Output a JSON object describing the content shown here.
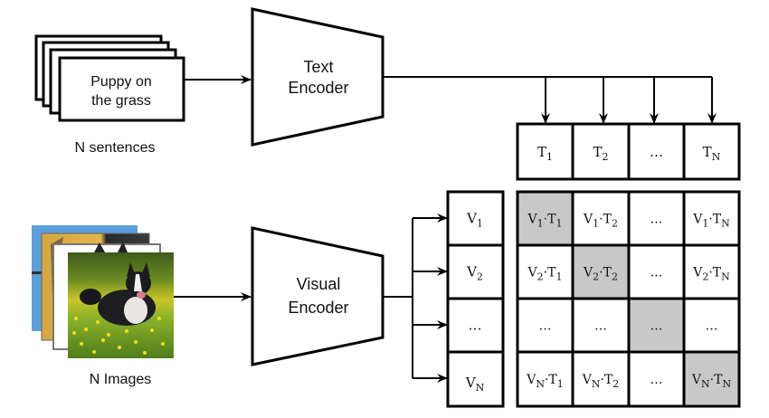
{
  "text_branch": {
    "sentence_card_text": [
      "Puppy on",
      "the grass"
    ],
    "sentences_label": "N sentences",
    "encoder_label": [
      "Text",
      "Encoder"
    ],
    "text_embeddings": [
      {
        "base": "T",
        "sub": "1"
      },
      {
        "base": "T",
        "sub": "2"
      },
      {
        "base": "...",
        "sub": ""
      },
      {
        "base": "T",
        "sub": "N"
      }
    ]
  },
  "image_branch": {
    "images_label": "N Images",
    "encoder_label": [
      "Visual",
      "Encoder"
    ],
    "image_embeddings": [
      {
        "base": "V",
        "sub": "1"
      },
      {
        "base": "V",
        "sub": "2"
      },
      {
        "base": "...",
        "sub": ""
      },
      {
        "base": "V",
        "sub": "N"
      }
    ]
  },
  "similarity_matrix": {
    "highlight_color": "#c8c8c8",
    "rows": [
      [
        {
          "v": "1",
          "t": "1",
          "highlight": true
        },
        {
          "v": "1",
          "t": "2",
          "highlight": false
        },
        {
          "ellipsis": true,
          "highlight": false
        },
        {
          "v": "1",
          "t": "N",
          "highlight": false
        }
      ],
      [
        {
          "v": "2",
          "t": "1",
          "highlight": false
        },
        {
          "v": "2",
          "t": "2",
          "highlight": true
        },
        {
          "ellipsis": true,
          "highlight": false
        },
        {
          "v": "2",
          "t": "N",
          "highlight": false
        }
      ],
      [
        {
          "ellipsis": true,
          "highlight": false
        },
        {
          "ellipsis": true,
          "highlight": false
        },
        {
          "ellipsis": true,
          "highlight": true
        },
        {
          "ellipsis": true,
          "highlight": false
        }
      ],
      [
        {
          "v": "N",
          "t": "1",
          "highlight": false
        },
        {
          "v": "N",
          "t": "2",
          "highlight": false
        },
        {
          "ellipsis": true,
          "highlight": false
        },
        {
          "v": "N",
          "t": "N",
          "highlight": true
        }
      ]
    ]
  }
}
